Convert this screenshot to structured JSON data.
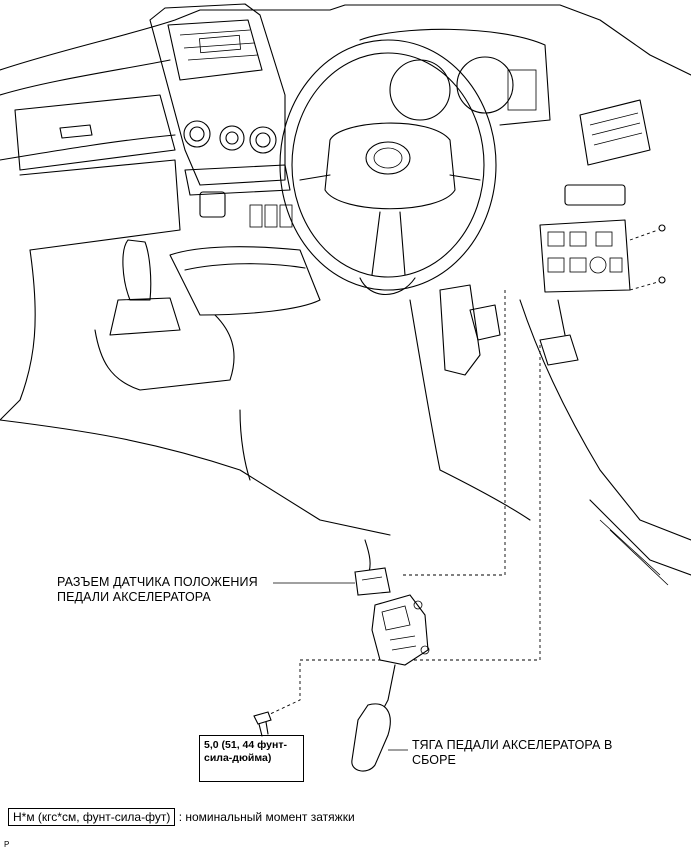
{
  "callouts": {
    "connector": [
      "РАЗЪЕМ ДАТЧИКА ПОЛОЖЕНИЯ",
      "ПЕДАЛИ АКСЕЛЕРАТОРА"
    ],
    "pedal": [
      "ТЯГА ПЕДАЛИ АКСЕЛЕРАТОРА В",
      "СБОРЕ"
    ]
  },
  "torque": {
    "value": "5,0 (51, 44 фунт-",
    "value_cont": "сила-дюйма)"
  },
  "legend": {
    "units": "Н*м (кгс*см, фунт-сила-фут)",
    "text": ": номинальный момент затяжки"
  },
  "figure_code": "P"
}
